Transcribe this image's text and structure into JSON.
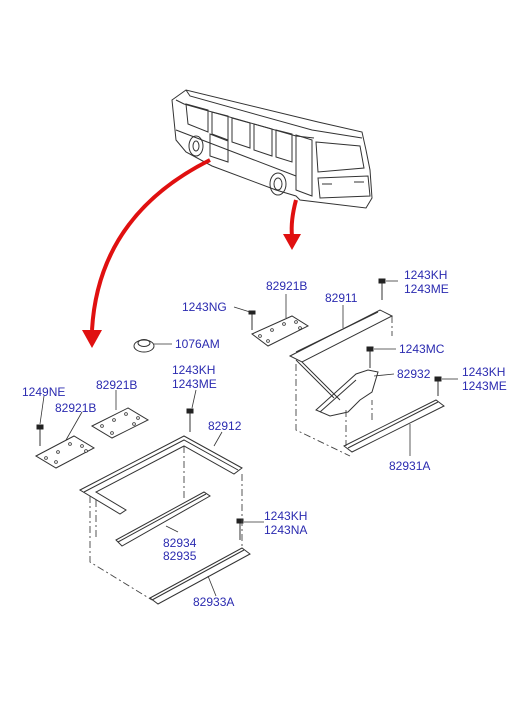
{
  "labels": {
    "p82921b_top": "82921B",
    "p1243ng": "1243NG",
    "p82911": "82911",
    "p1243kh_a": "1243KH",
    "p1243me_a": "1243ME",
    "p1076am": "1076AM",
    "p1243mc": "1243MC",
    "p82932": "82932",
    "p1243kh_b": "1243KH",
    "p1243me_b": "1243ME",
    "p1243kh_c": "1243KH",
    "p1243me_c": "1243ME",
    "p1249ne": "1249NE",
    "p82921b_left": "82921B",
    "p82921b_mid": "82921B",
    "p82912": "82912",
    "p82931a": "82931A",
    "p1243kh_d": "1243KH",
    "p1243na": "1243NA",
    "p82934": "82934",
    "p82935": "82935",
    "p82933a": "82933A"
  },
  "colors": {
    "label": "#2b2bb0",
    "arrow": "#e01010",
    "line": "#333333"
  }
}
